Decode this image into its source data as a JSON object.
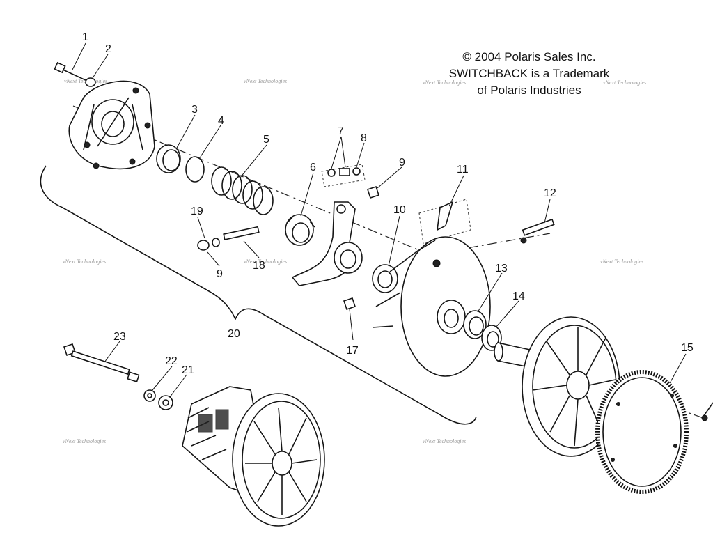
{
  "copyright": {
    "line1": "© 2004 Polaris Sales Inc.",
    "line2": "SWITCHBACK is a Trademark",
    "line3": "of Polaris Industries"
  },
  "watermark": {
    "text": "vNext Technologies"
  },
  "callouts": {
    "c1": "1",
    "c2": "2",
    "c3": "3",
    "c4": "4",
    "c5": "5",
    "c6": "6",
    "c7": "7",
    "c8": "8",
    "c9a": "9",
    "c9b": "9",
    "c10": "10",
    "c11": "11",
    "c12": "12",
    "c13": "13",
    "c14": "14",
    "c15": "15",
    "c17": "17",
    "c18": "18",
    "c19": "19",
    "c20": "20",
    "c21": "21",
    "c22": "22",
    "c23": "23"
  }
}
